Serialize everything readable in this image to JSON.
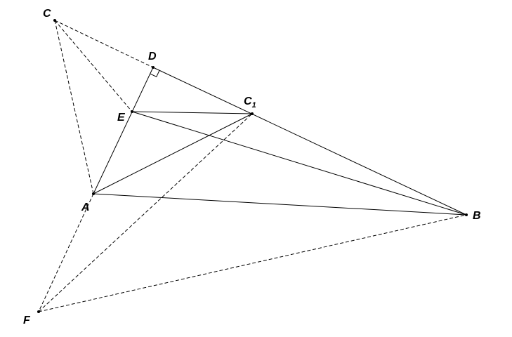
{
  "figure": {
    "points": [
      {
        "id": "C",
        "label": "C"
      },
      {
        "id": "D",
        "label": "D"
      },
      {
        "id": "C1",
        "label": "C",
        "subscript": "1"
      },
      {
        "id": "E",
        "label": "E"
      },
      {
        "id": "A",
        "label": "A"
      },
      {
        "id": "B",
        "label": "B"
      },
      {
        "id": "F",
        "label": "F"
      }
    ],
    "solid_segments": [
      [
        "D",
        "B"
      ],
      [
        "D",
        "A"
      ],
      [
        "E",
        "C1"
      ],
      [
        "E",
        "B"
      ],
      [
        "A",
        "C1"
      ],
      [
        "A",
        "B"
      ]
    ],
    "dashed_segments": [
      [
        "C",
        "D"
      ],
      [
        "C",
        "E"
      ],
      [
        "C",
        "A"
      ],
      [
        "A",
        "F"
      ],
      [
        "F",
        "C1"
      ],
      [
        "F",
        "B"
      ]
    ],
    "right_angle_at": "D"
  }
}
